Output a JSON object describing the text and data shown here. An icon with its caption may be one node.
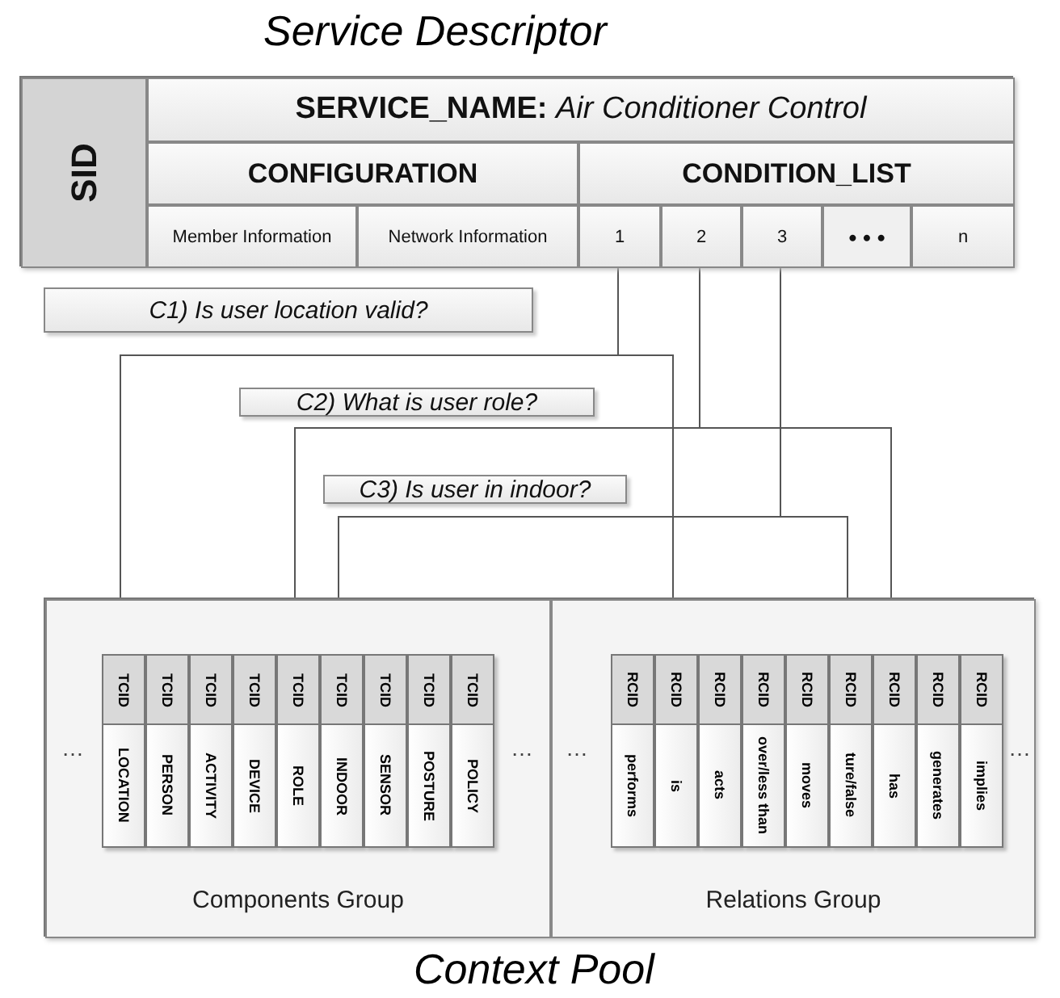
{
  "diagram": {
    "nodes": [
      {
        "text": [
          "Service Descriptor"
        ]
      },
      {
        "text": [
          "SID"
        ],
        "in": 0
      },
      {
        "text": [
          "**SERVICE_NAME:** *Air Conditioner Control*"
        ],
        "in": 0
      },
      {
        "text": [
          "CONFIGURATION"
        ],
        "in": 0
      },
      {
        "text": [
          "CONDITION_LIST"
        ],
        "in": 0
      },
      {
        "text": [
          "Member Information"
        ],
        "in": 0
      },
      {
        "text": [
          "Network Information"
        ],
        "in": 0
      },
      {
        "text": [
          "1"
        ],
        "in": 0
      },
      {
        "text": [
          "2"
        ],
        "in": 0
      },
      {
        "text": [
          "3"
        ],
        "in": 0
      },
      {
        "text": [
          "• • •"
        ],
        "in": 0
      },
      {
        "text": [
          "n"
        ],
        "in": 0
      },
      {
        "text": [
          "C1) Is user location valid?"
        ]
      },
      {
        "text": [
          "C2) What is user role?"
        ]
      },
      {
        "text": [
          "C3) Is user in indoor?"
        ]
      },
      {
        "text": [
          "Context Pool"
        ]
      },
      {
        "text": [
          "Components Group"
        ],
        "in": 15
      },
      {
        "text": [
          "Relations Group"
        ],
        "in": 15
      },
      {
        "text": [
          "TCID",
          "LOCATION"
        ],
        "in": 16
      },
      {
        "text": [
          "TCID",
          "PERSON"
        ],
        "in": 16
      },
      {
        "text": [
          "TCID",
          "ACTIVITY"
        ],
        "in": 16
      },
      {
        "text": [
          "TCID",
          "DEVICE"
        ],
        "in": 16
      },
      {
        "text": [
          "TCID",
          "ROLE"
        ],
        "in": 16
      },
      {
        "text": [
          "TCID",
          "INDOOR"
        ],
        "in": 16
      },
      {
        "text": [
          "TCID",
          "SENSOR"
        ],
        "in": 16
      },
      {
        "text": [
          "TCID",
          "POSTURE"
        ],
        "in": 16
      },
      {
        "text": [
          "TCID",
          "POLICY"
        ],
        "in": 16
      },
      {
        "text": [
          "RCID",
          "performs"
        ],
        "in": 17
      },
      {
        "text": [
          "RCID",
          "is"
        ],
        "in": 17
      },
      {
        "text": [
          "RCID",
          "acts"
        ],
        "in": 17
      },
      {
        "text": [
          "RCID",
          "over/less than"
        ],
        "in": 17
      },
      {
        "text": [
          "RCID",
          "moves"
        ],
        "in": 17
      },
      {
        "text": [
          "RCID",
          "ture/false"
        ],
        "in": 17
      },
      {
        "text": [
          "RCID",
          "has"
        ],
        "in": 17
      },
      {
        "text": [
          "RCID",
          "generates"
        ],
        "in": 17
      },
      {
        "text": [
          "RCID",
          "implies"
        ],
        "in": 17
      }
    ],
    "edges": [
      {
        "from": 7,
        "to": 18,
        "arrow": "none"
      },
      {
        "from": 7,
        "to": 28,
        "arrow": "none"
      },
      {
        "from": 8,
        "to": 22,
        "arrow": "none"
      },
      {
        "from": 8,
        "to": 33,
        "arrow": "none"
      },
      {
        "from": 9,
        "to": 23,
        "arrow": "none"
      },
      {
        "from": 9,
        "to": 32,
        "arrow": "none"
      }
    ],
    "labels": [
      "…",
      "…",
      "…",
      "…"
    ]
  }
}
